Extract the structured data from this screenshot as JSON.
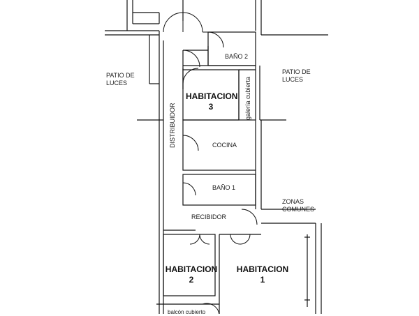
{
  "plan": {
    "outside": {
      "patio_left": [
        "PATIO DE",
        "LUCES"
      ],
      "patio_right": [
        "PATIO DE",
        "LUCES"
      ],
      "zonas": [
        "ZONAS",
        "COMUNES"
      ]
    },
    "rooms": {
      "bano2": "BAÑO 2",
      "hab3": [
        "HABITACION",
        "3"
      ],
      "galeria": "galería cubierta",
      "distribuidor": "DISTRIBUIDOR",
      "cocina": "COCINA",
      "bano1": "BAÑO 1",
      "recibidor": "RECIBIDOR",
      "hab2": [
        "HABITACION",
        "2"
      ],
      "hab1": [
        "HABITACION",
        "1"
      ],
      "balcon": "balcón cubierto"
    }
  }
}
